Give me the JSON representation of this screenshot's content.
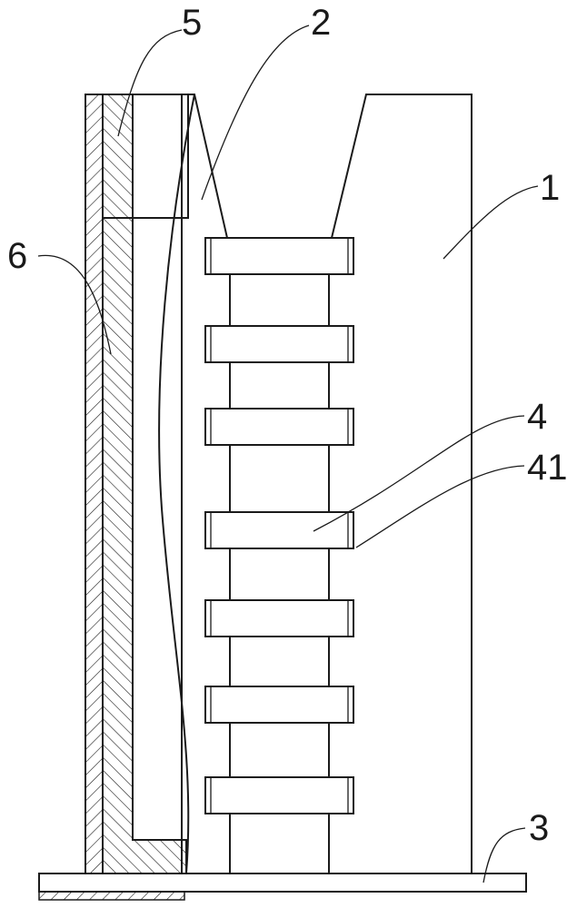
{
  "labels": {
    "l1": "1",
    "l2": "2",
    "l3": "3",
    "l4": "4",
    "l41": "41",
    "l5": "5",
    "l6": "6"
  },
  "ring_count": 7,
  "colors": {
    "line": "#1a1a1a",
    "background": "#ffffff"
  }
}
